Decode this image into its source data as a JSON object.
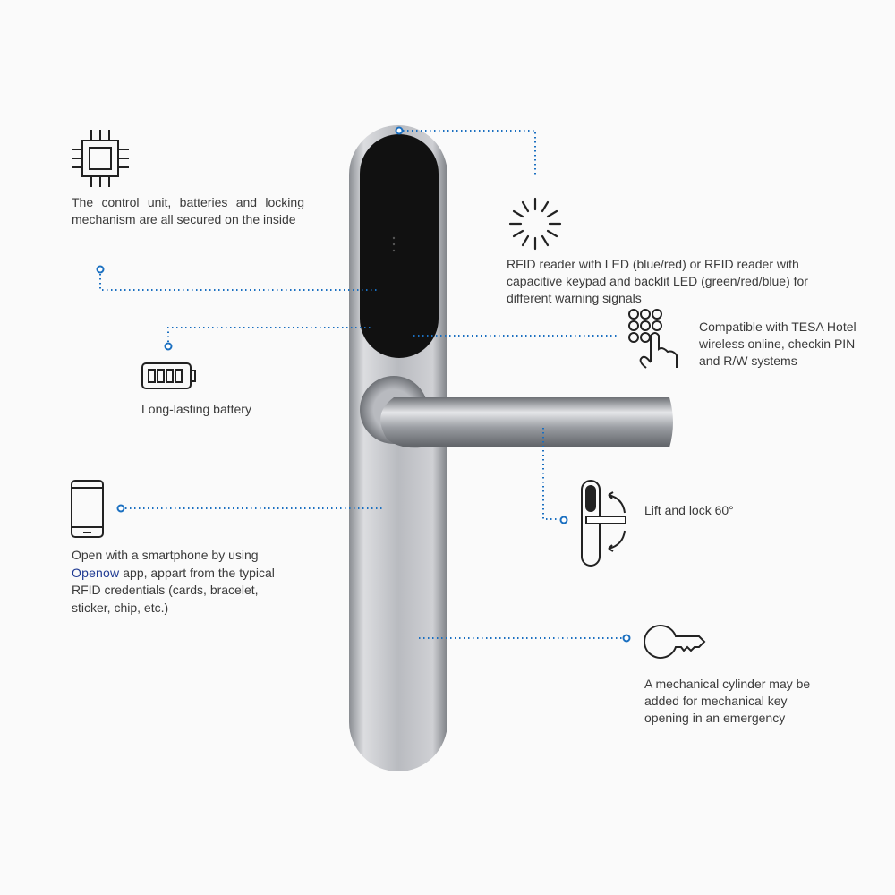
{
  "features": {
    "inside": {
      "text": "The control unit, batteries and locking mechanism are all secured on the inside",
      "icon": "chip-icon"
    },
    "rfid": {
      "text": "RFID reader with LED (blue/red) or RFID reader with capacitive keypad and backlit LED (green/red/blue) for different warning signals",
      "icon": "signal-burst-icon"
    },
    "battery": {
      "text": "Long-lasting battery",
      "icon": "battery-icon"
    },
    "compatible": {
      "text": "Compatible with TESA Hotel wireless online, checkin PIN and R/W systems",
      "icon": "keypad-touch-icon"
    },
    "lift": {
      "text": "Lift and lock 60°",
      "icon": "lift-lock-icon"
    },
    "smartphone": {
      "text_before": "Open with a smartphone by using",
      "brand": "Openow",
      "text_after": "app, appart from the typical RFID credentials (cards, bracelet, sticker, chip, etc.)",
      "icon": "smartphone-icon"
    },
    "cylinder": {
      "text": "A mechanical cylinder may be added for mechanical key opening in an emergency",
      "icon": "key-icon"
    }
  },
  "colors": {
    "accent": "#1a6fc0",
    "text": "#3a3a3a",
    "reader": "#111111"
  }
}
